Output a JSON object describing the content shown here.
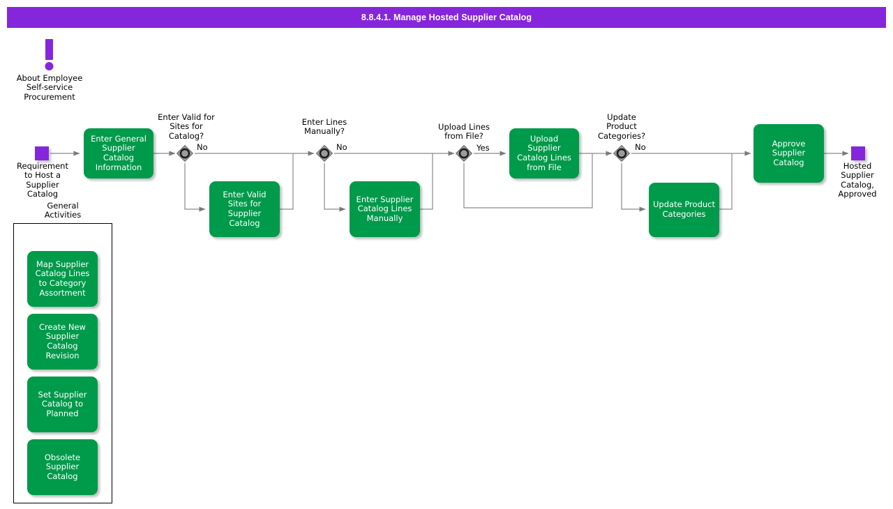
{
  "header": {
    "title": "8.8.4.1. Manage Hosted Supplier Catalog",
    "background": "#8626DC",
    "text_color": "#ffffff"
  },
  "theme": {
    "task_fill": "#009A4B",
    "task_text": "#ffffff",
    "event_fill": "#8626DC",
    "gateway_fill": "#9B9B9B",
    "connector": "#808080",
    "note_accent": "#8626DC"
  },
  "note": {
    "icon": "exclamation-icon",
    "label": "About Employee\nSelf-service\nProcurement"
  },
  "events": [
    {
      "name": "start-event",
      "icon": "start-event-square",
      "label": "Requirement\nto Host a\nSupplier\nCatalog"
    },
    {
      "name": "end-event",
      "icon": "end-event-square",
      "label": "Hosted\nSupplier\nCatalog,\nApproved"
    }
  ],
  "tasks": [
    {
      "id": "t1",
      "label": "Enter General\nSupplier Catalog\nInformation"
    },
    {
      "id": "t2",
      "label": "Enter Valid Sites\nfor Supplier\nCatalog"
    },
    {
      "id": "t3",
      "label": "Enter Supplier\nCatalog Lines\nManually"
    },
    {
      "id": "t4",
      "label": "Upload Supplier\nCatalog Lines\nfrom File"
    },
    {
      "id": "t5",
      "label": "Update Product\nCategories"
    },
    {
      "id": "t6",
      "label": "Approve\nSupplier Catalog"
    }
  ],
  "gateways": [
    {
      "id": "g1",
      "label": "Enter Valid for\nSites for\nCatalog?",
      "condition": "No"
    },
    {
      "id": "g2",
      "label": "Enter Lines\nManually?",
      "condition": "No"
    },
    {
      "id": "g3",
      "label": "Upload Lines\nfrom File?",
      "condition": "Yes"
    },
    {
      "id": "g4",
      "label": "Update\nProduct\nCategories?",
      "condition": "No"
    }
  ],
  "group": {
    "title": "General\nActivities",
    "tasks": [
      {
        "id": "gt1",
        "label": "Map Supplier\nCatalog Lines to\nCategory\nAssortment"
      },
      {
        "id": "gt2",
        "label": "Create New\nSupplier Catalog\nRevision"
      },
      {
        "id": "gt3",
        "label": "Set Supplier\nCatalog to\nPlanned"
      },
      {
        "id": "gt4",
        "label": "Obsolete\nSupplier Catalog"
      }
    ]
  }
}
